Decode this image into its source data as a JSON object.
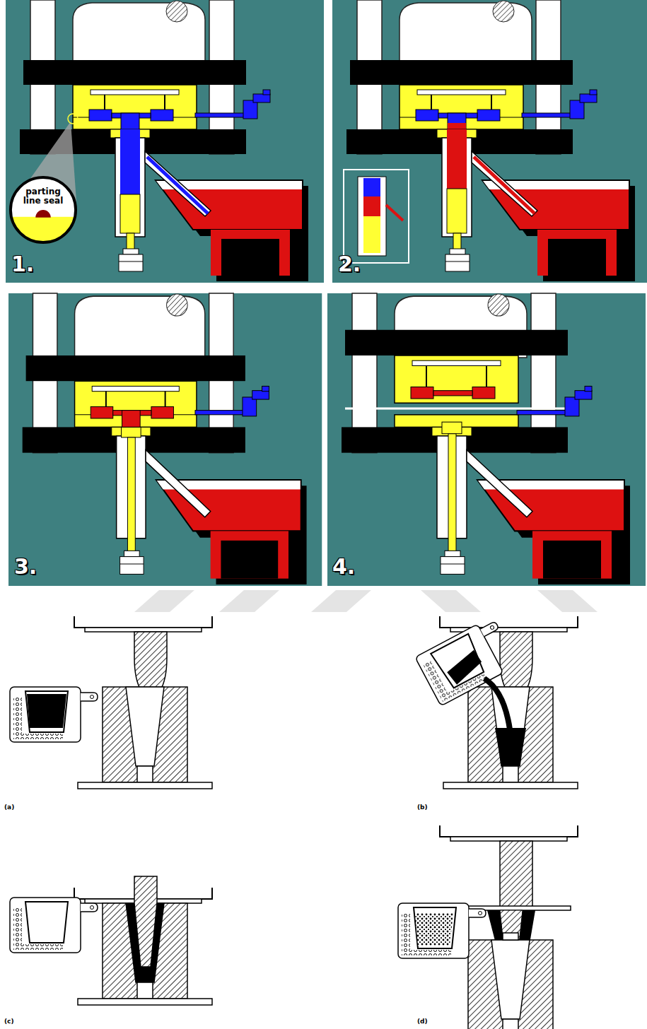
{
  "diagram": {
    "nodes": [
      {
        "text": [
          "parting line seal"
        ]
      }
    ],
    "labels": [
      "1.",
      "2.",
      "3.",
      "4.",
      "(a)",
      "(b)",
      "(c)",
      "(d)"
    ]
  }
}
